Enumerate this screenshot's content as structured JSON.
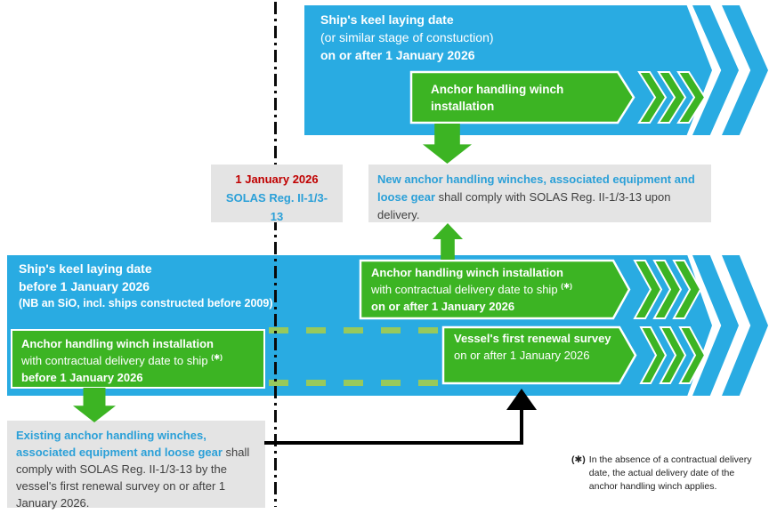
{
  "colors": {
    "band_blue": "#29ABE2",
    "box_green": "#3CB423",
    "dash_green": "#98C95C",
    "note_gray": "#E4E4E4",
    "note_text": "#404040",
    "date_red": "#C00000",
    "reg_blue": "#2BA0D8",
    "connector_black": "#000000"
  },
  "new_ships_band": {
    "line1": "Ship's keel laying date",
    "line2": "(or similar stage of constuction)",
    "line3": "on or after 1 January 2026",
    "winch_box": {
      "text": "Anchor handling winch installation"
    }
  },
  "marker_box": {
    "date": "1 January 2026",
    "regulation_line1": "SOLAS Reg. II-1/3-",
    "regulation_line2": "13"
  },
  "new_winch_note": {
    "highlight": "New anchor handling winches, associated equipment and loose gear",
    "rest": " shall comply with SOLAS Reg. II-1/3-13 upon delivery."
  },
  "existing_ships_band": {
    "line1": "Ship's keel laying date",
    "line2": "before 1 January 2026",
    "line3": "(NB an SiO, incl. ships constructed before 2009)"
  },
  "winch_before_box": {
    "line1": "Anchor handling winch installation",
    "line2": "with contractual delivery date to ship",
    "marker": "(✱)",
    "line3": "before 1 January 2026"
  },
  "winch_after_box": {
    "line1": "Anchor handling winch installation",
    "line2": "with contractual delivery date to ship",
    "marker": "(✱)",
    "line3": "on or after 1 January 2026"
  },
  "renewal_box": {
    "line1": "Vessel's first renewal survey",
    "line2": "on or after 1 January 2026"
  },
  "existing_winch_note": {
    "highlight": "Existing anchor handling winches, associated equipment and loose gear",
    "rest": " shall comply with SOLAS Reg. II-1/3-13 by the vessel's first renewal survey on or after 1 January 2026."
  },
  "footnote": {
    "marker": "(✱)",
    "text": "In the absence of a contractual delivery date, the actual delivery date of the anchor handling winch applies."
  }
}
